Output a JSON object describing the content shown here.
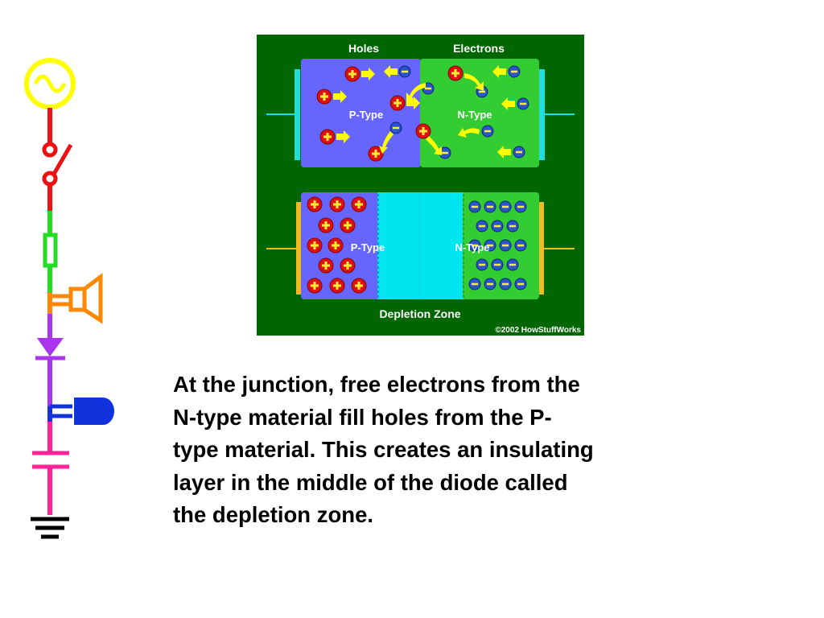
{
  "slide": {
    "caption_lines": [
      "At the junction, free electrons from the",
      "N-type material fill holes from the P-",
      "type material. This creates an insulating",
      "layer in the middle of the diode called",
      "the depletion zone."
    ]
  },
  "figure": {
    "holes_label": "Holes",
    "electrons_label": "Electrons",
    "p_type_label": "P-Type",
    "n_type_label": "N-Type",
    "depletion_label": "Depletion Zone",
    "copyright": "©2002 HowStuffWorks"
  },
  "icons": [
    "ac-source-icon",
    "switch-icon",
    "resistor-icon",
    "speaker-icon",
    "diode-icon",
    "lamp-icon",
    "capacitor-icon",
    "ground-icon"
  ],
  "colors": {
    "figure_background": "#006600",
    "p_region": "#6666ff",
    "n_region": "#33cc33",
    "depletion_region": "#00e5ee",
    "hole": "#dd1111",
    "electron": "#2a55cc",
    "arrow": "#ffff00"
  }
}
